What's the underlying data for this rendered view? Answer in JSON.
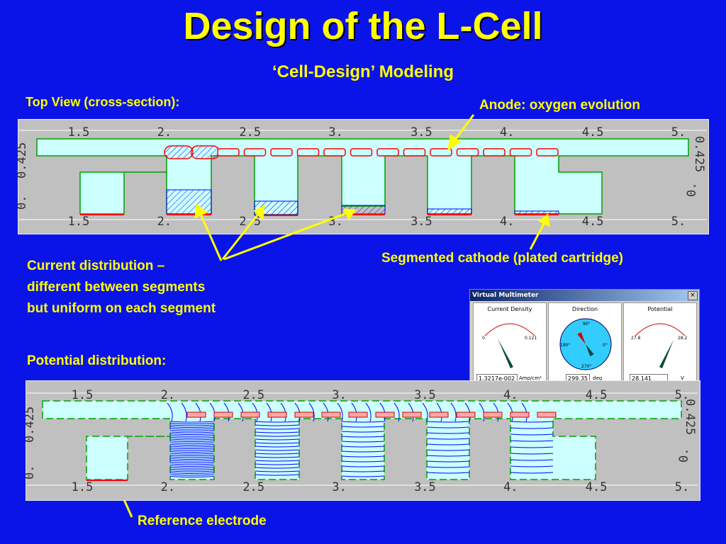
{
  "slide": {
    "title": "Design of the L-Cell",
    "subtitle": "‘Cell-Design’ Modeling",
    "top_view_label": "Top View (cross-section):",
    "anode_label": "Anode: oxygen evolution",
    "current_distribution_lines": [
      "Current distribution –",
      "different between segments",
      "but uniform on each segment"
    ],
    "cathode_label": "Segmented cathode (plated cartridge)",
    "potential_label": "Potential distribution:",
    "reference_label": "Reference electrode"
  },
  "diagram": {
    "x_ticks": [
      "1.5",
      "2.",
      "2.5",
      "3.",
      "3.5",
      "4.",
      "4.5",
      "5."
    ],
    "y_ticks": [
      "0.",
      "0.425"
    ]
  },
  "multimeter": {
    "title": "Virtual Multimeter",
    "close_glyph": "×",
    "current_density": {
      "label": "Current Density",
      "min": "0.",
      "max": "0.121",
      "value": "1.3217e-002",
      "unit": "Amp/cm²"
    },
    "direction": {
      "label": "Direction",
      "value": "299.35",
      "unit": "deg",
      "n": "90°",
      "w": "180°",
      "e": "0°",
      "s": "270°"
    },
    "potential": {
      "label": "Potential",
      "min": "27.8",
      "max": "28.2",
      "value": "28.141",
      "unit": "V"
    }
  },
  "colors": {
    "background": "#0a14e8",
    "text": "#ffff00",
    "panel": "#c0c0c0",
    "electrolyte": "#ccffff",
    "outline": "#00a000",
    "electrode": "#ff0000",
    "contour": "#0000ff"
  }
}
